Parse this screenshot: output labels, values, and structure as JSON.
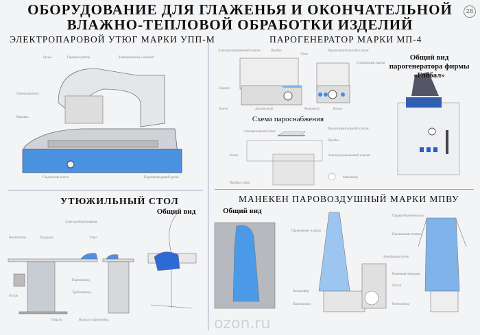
{
  "title": {
    "line1": "ОБОРУДОВАНИЕ ДЛЯ ГЛАЖЕНЬЯ И ОКОНЧАТЕЛЬНОЙ",
    "line2": "ВЛАЖНО-ТЕПЛОВОЙ ОБРАБОТКИ ИЗДЕЛИЙ"
  },
  "page_number": "28",
  "iron": {
    "heading": "ЭЛЕКТРОПАРОВОЙ УТЮГ МАРКИ УПП-М",
    "labels": [
      "Ручка",
      "Терморегулятор",
      "Электропровод с вилкой",
      "Переключатель",
      "Крышка",
      "Гладильная плита",
      "Паропроводящий рукав"
    ]
  },
  "generator": {
    "heading": "ПАРОГЕНЕРАТОР МАРКИ МП-4",
    "labels": [
      "Электроуправляемый клапан",
      "Пробка",
      "Утюг",
      "Предохранительный клапан",
      "Сигнальные лампы",
      "Корпус",
      "Котел",
      "Датчик-реле",
      "Манометр",
      "Вилка"
    ],
    "global_title": "Общий вид парогенератора фирмы «Глобал»",
    "scheme_title": "Схема пароснабжения",
    "scheme_labels": [
      "Электропаровой утюг",
      "Предохранительный клапан",
      "Пробка",
      "Котел",
      "Электроуправляемый клапан",
      "Манометр",
      "Пробка слива"
    ]
  },
  "table": {
    "heading": "УТЮЖИЛЬНЫЙ СТОЛ",
    "general_view": "Общий вид",
    "labels": [
      "Электрооборудование",
      "Вентилятор",
      "Подушка",
      "Утюг",
      "Паропровод",
      "Трубопровод",
      "Остов",
      "Педаль",
      "Выход в паропровод"
    ]
  },
  "mannequin": {
    "heading": "МАНЕКЕН ПАРОВОЗДУШНЫЙ МАРКИ МПВУ",
    "general_view": "Общий вид",
    "labels": [
      "Прижимные планки",
      "Калорифер",
      "Паропровод",
      "Гардеробная вешалка",
      "Прижимные планки",
      "Электродвигатель",
      "Ременная передача",
      "Остов",
      "Вентилятор"
    ]
  },
  "watermark": "ozon.ru",
  "colors": {
    "blue": "#3d8ee6",
    "light_blue": "#9cc6ef",
    "rule": "#9aa3c0"
  }
}
